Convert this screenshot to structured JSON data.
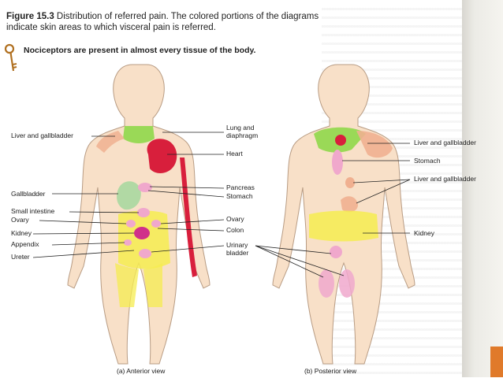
{
  "figure": {
    "number": "Figure 15.3",
    "caption_line1": "Distribution of referred pain. The colored portions of the diagrams",
    "caption_line2": "indicate skin areas to which visceral pain is referred.",
    "key_note": "Nociceptors are present in almost every tissue of the body."
  },
  "anterior": {
    "view_label": "(a) Anterior view",
    "left_labels": {
      "liver_gallbladder": "Liver and gallbladder",
      "gallbladder": "Gallbladder",
      "small_intestine": "Small intestine",
      "ovary": "Ovary",
      "kidney": "Kidney",
      "appendix": "Appendix",
      "ureter": "Ureter"
    },
    "right_labels": {
      "lung_diaphragm_1": "Lung and",
      "lung_diaphragm_2": "diaphragm",
      "heart": "Heart",
      "pancreas": "Pancreas",
      "stomach": "Stomach",
      "ovary": "Ovary",
      "colon": "Colon",
      "urinary_1": "Urinary",
      "urinary_2": "bladder"
    }
  },
  "posterior": {
    "view_label": "(b) Posterior view",
    "right_labels": {
      "liver_gallbladder_top": "Liver and gallbladder",
      "stomach": "Stomach",
      "liver_gallbladder_mid": "Liver and gallbladder",
      "kidney": "Kidney"
    }
  },
  "colors": {
    "skin": "#f8e0c8",
    "skin_outline": "#b89c84",
    "lung": "#8fd84a",
    "heart": "#d81f3c",
    "liver": "#f0b090",
    "pink": "#f0a8cc",
    "magenta": "#d0308a",
    "yellow": "#f6ec50",
    "green": "#a8d8a0",
    "accent_tab": "#e07a2a"
  }
}
